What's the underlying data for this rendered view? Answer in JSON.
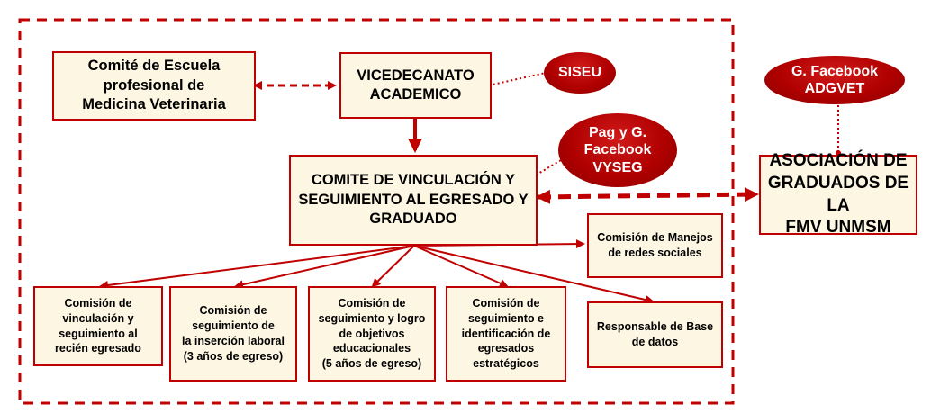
{
  "diagram": {
    "nodes": {
      "comite_escuela": "Comité de Escuela\nprofesional de\nMedicina Veterinaria",
      "vicedecanato": "VICEDECANATO\nACADEMICO",
      "comite_vinculacion": "COMITE DE VINCULACIÓN Y\nSEGUIMIENTO AL EGRESADO Y\nGRADUADO",
      "asociacion": "ASOCIACIÓN DE\nGRADUADOS DE LA\nFMV UNMSM",
      "manejo_redes": "Comisión de Manejos\nde redes sociales",
      "base_datos": "Responsable de Base\nde datos",
      "com_vinculacion_egresado": "Comisión de\nvinculación y\nseguimiento al\nrecién egresado",
      "com_insercion_laboral": "Comisión de\nseguimiento de\nla inserción laboral\n(3 años de egreso)",
      "com_objetivos": "Comisión de\nseguimiento y logro\nde objetivos\neducacionales\n(5 años de egreso)",
      "com_estrategicos": "Comisión de\nseguimiento e\nidentificación de\negresados\nestratégicos"
    },
    "tags": {
      "siseu": "SISEU",
      "vyseg": "Pag  y G.\nFacebook\nVYSEG",
      "adgvet": "G. Facebook\nADGVET"
    },
    "colors": {
      "border": "#c00000",
      "box_fill": "#fdf6e3",
      "oval_fill": "#b00000",
      "oval_text": "#ffffff"
    }
  }
}
